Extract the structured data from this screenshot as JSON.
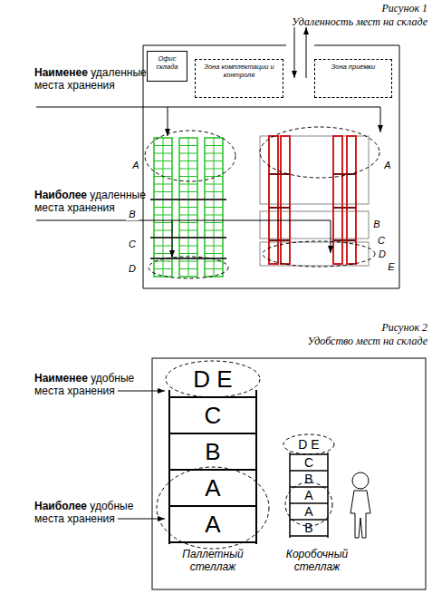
{
  "diagram": {
    "nodes": [
      {
        "text": [
          "Офис склада"
        ]
      },
      {
        "text": [
          "Зона комплектации и контроля"
        ]
      },
      {
        "text": [
          "Зона приемки"
        ]
      }
    ],
    "labels": [
      "Рисунок 1",
      "Удаленность мест на складе",
      "Наименее удаленные места хранения",
      "Наиболее удаленные места хранения",
      "A",
      "B",
      "C",
      "D",
      "A",
      "B",
      "C",
      "D",
      "E",
      "Рисунок 2",
      "Удобство мест на складе",
      "Наименее удобные места хранения",
      "Наиболее удобные места хранения",
      "D E",
      "C",
      "B",
      "A",
      "A",
      "D E",
      "C",
      "B",
      "A",
      "A",
      "B",
      "Паллетный стеллаж",
      "Коробочный стеллаж"
    ]
  }
}
